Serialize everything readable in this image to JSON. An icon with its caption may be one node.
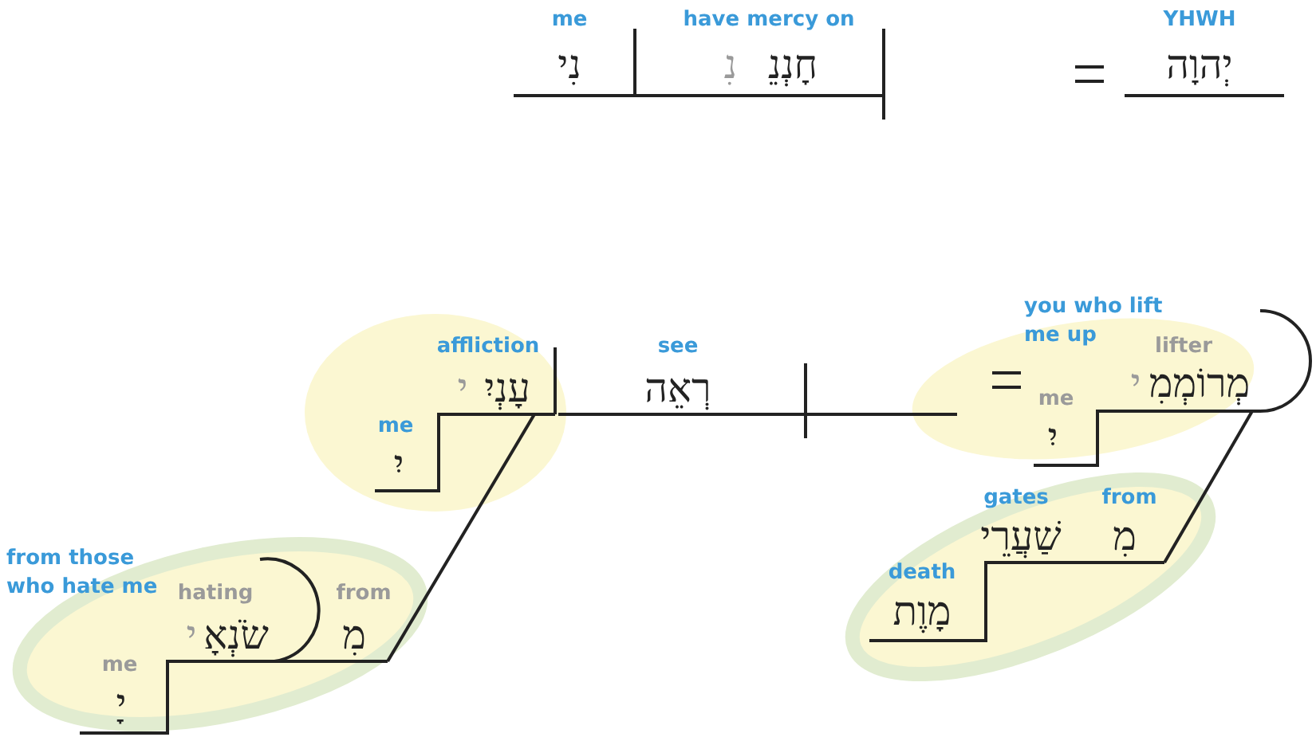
{
  "diagram": {
    "nodes": [
      {
        "text": [
          "affliction",
          "עָנְיִ",
          "י",
          "me",
          "יִ"
        ]
      },
      {
        "text": [
          "you who lift me up",
          "lifter",
          "מְרוֹמְמִ",
          "י",
          "me",
          "יִ"
        ]
      },
      {
        "text": [
          "from those who hate me",
          "hating",
          "שֹׂנְאָ",
          "י",
          "from",
          "מִ",
          "me",
          "יָ"
        ]
      },
      {
        "text": [
          "gates",
          "שַׁעֲרֵי",
          "from",
          "מִ",
          "death",
          "מָוֶת"
        ]
      }
    ],
    "edges": [
      {
        "from": 0,
        "to": 1,
        "arrow": "none"
      },
      {
        "from": 0,
        "to": 2,
        "arrow": "none"
      },
      {
        "from": 1,
        "to": 3,
        "arrow": "none"
      }
    ],
    "labels": [
      "me",
      "נִי",
      "have mercy on",
      "חָנְנֵ",
      "נִ",
      "YHWH",
      "יְהוָה",
      "see",
      "רְאֵה"
    ]
  }
}
